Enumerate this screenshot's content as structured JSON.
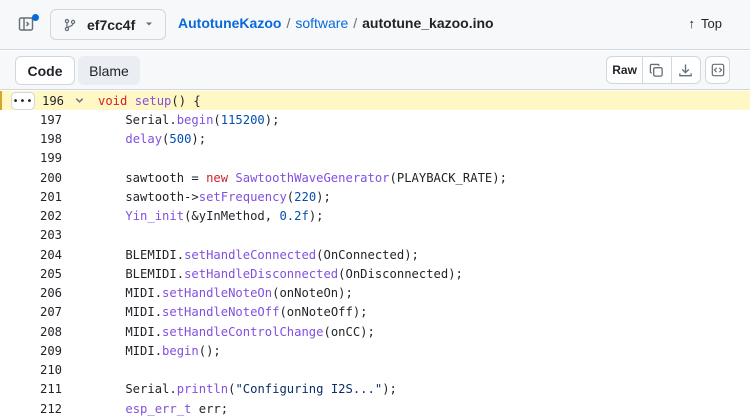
{
  "header": {
    "branch": "ef7cc4f",
    "breadcrumb": {
      "repo": "AutotuneKazoo",
      "separator": "/",
      "directory": "software",
      "file": "autotune_kazoo.ino"
    },
    "top_label": "Top"
  },
  "toolbar": {
    "code_tab": "Code",
    "blame_tab": "Blame",
    "raw_label": "Raw"
  },
  "colors": {
    "accent": "#0969da",
    "keyword": "#cf222e",
    "function": "#8250df",
    "number": "#0550ae",
    "highlight": "#fff8c5"
  },
  "code_lines": [
    {
      "number": "196",
      "segments": [
        [
          "kw",
          "void"
        ],
        [
          "t",
          " "
        ],
        [
          "fn",
          "setup"
        ],
        [
          "t",
          "() {"
        ]
      ]
    },
    {
      "number": "197",
      "segments": [
        [
          "t",
          "    Serial."
        ],
        [
          "fn",
          "begin"
        ],
        [
          "t",
          "("
        ],
        [
          "num",
          "115200"
        ],
        [
          "t",
          ");"
        ]
      ]
    },
    {
      "number": "198",
      "segments": [
        [
          "t",
          "    "
        ],
        [
          "fn",
          "delay"
        ],
        [
          "t",
          "("
        ],
        [
          "num",
          "500"
        ],
        [
          "t",
          ");"
        ]
      ]
    },
    {
      "number": "199",
      "segments": []
    },
    {
      "number": "200",
      "segments": [
        [
          "t",
          "    sawtooth = "
        ],
        [
          "kw",
          "new"
        ],
        [
          "t",
          " "
        ],
        [
          "fn",
          "SawtoothWaveGenerator"
        ],
        [
          "t",
          "(PLAYBACK_RATE);"
        ]
      ]
    },
    {
      "number": "201",
      "segments": [
        [
          "t",
          "    sawtooth->"
        ],
        [
          "fn",
          "setFrequency"
        ],
        [
          "t",
          "("
        ],
        [
          "num",
          "220"
        ],
        [
          "t",
          ");"
        ]
      ]
    },
    {
      "number": "202",
      "segments": [
        [
          "t",
          "    "
        ],
        [
          "fn",
          "Yin_init"
        ],
        [
          "t",
          "(&yInMethod, "
        ],
        [
          "num",
          "0.2f"
        ],
        [
          "t",
          ");"
        ]
      ]
    },
    {
      "number": "203",
      "segments": []
    },
    {
      "number": "204",
      "segments": [
        [
          "t",
          "    BLEMIDI."
        ],
        [
          "fn",
          "setHandleConnected"
        ],
        [
          "t",
          "(OnConnected);"
        ]
      ]
    },
    {
      "number": "205",
      "segments": [
        [
          "t",
          "    BLEMIDI."
        ],
        [
          "fn",
          "setHandleDisconnected"
        ],
        [
          "t",
          "(OnDisconnected);"
        ]
      ]
    },
    {
      "number": "206",
      "segments": [
        [
          "t",
          "    MIDI."
        ],
        [
          "fn",
          "setHandleNoteOn"
        ],
        [
          "t",
          "(onNoteOn);"
        ]
      ]
    },
    {
      "number": "207",
      "segments": [
        [
          "t",
          "    MIDI."
        ],
        [
          "fn",
          "setHandleNoteOff"
        ],
        [
          "t",
          "(onNoteOff);"
        ]
      ]
    },
    {
      "number": "208",
      "segments": [
        [
          "t",
          "    MIDI."
        ],
        [
          "fn",
          "setHandleControlChange"
        ],
        [
          "t",
          "(onCC);"
        ]
      ]
    },
    {
      "number": "209",
      "segments": [
        [
          "t",
          "    MIDI."
        ],
        [
          "fn",
          "begin"
        ],
        [
          "t",
          "();"
        ]
      ]
    },
    {
      "number": "210",
      "segments": []
    },
    {
      "number": "211",
      "segments": [
        [
          "t",
          "    Serial."
        ],
        [
          "fn",
          "println"
        ],
        [
          "t",
          "("
        ],
        [
          "str",
          "\"Configuring I2S...\""
        ],
        [
          "t",
          ");"
        ]
      ]
    },
    {
      "number": "212",
      "segments": [
        [
          "t",
          "    "
        ],
        [
          "fn",
          "esp_err_t"
        ],
        [
          "t",
          " err;"
        ]
      ]
    }
  ]
}
